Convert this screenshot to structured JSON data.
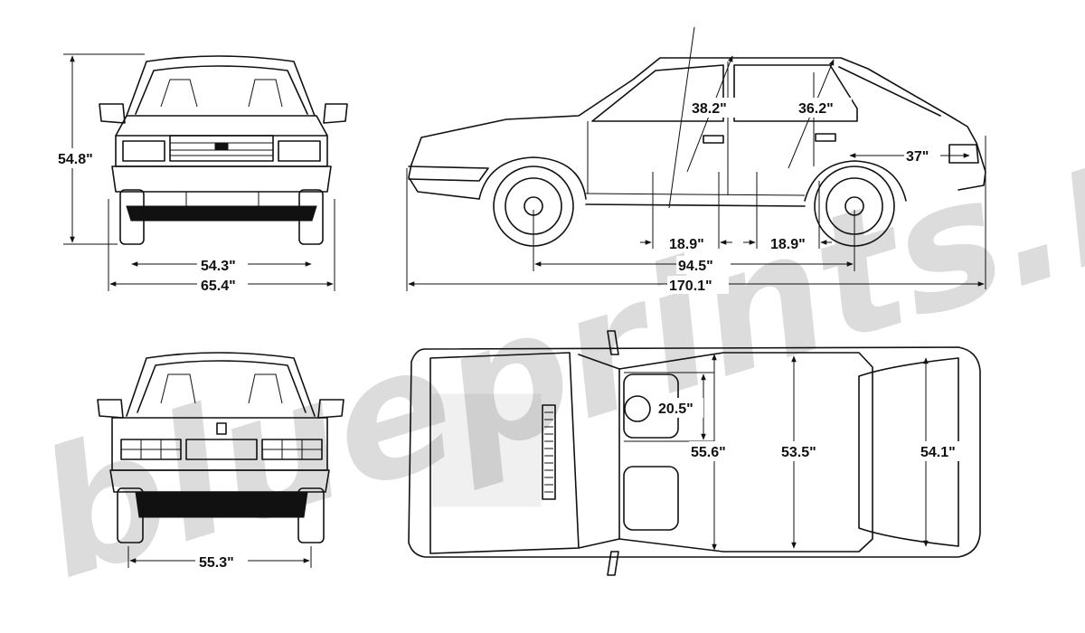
{
  "watermark": "blueprints.ru",
  "views": {
    "front": {
      "height": "54.8\"",
      "track": "54.3\"",
      "width": "65.4\""
    },
    "side": {
      "front_headroom": "38.2\"",
      "rear_headroom": "36.2\"",
      "front_legroom": "18.9\"",
      "rear_legroom": "18.9\"",
      "rear_overhang": "37\"",
      "wheelbase": "94.5\"",
      "length": "170.1\""
    },
    "rear": {
      "track": "55.3\""
    },
    "top": {
      "seat_depth": "20.5\"",
      "front_shoulder": "55.6\"",
      "rear_shoulder": "53.5\"",
      "cargo_width": "54.1\""
    }
  },
  "colors": {
    "ink": "#111111",
    "watermark": "#d9d9d9",
    "background": "#ffffff"
  }
}
